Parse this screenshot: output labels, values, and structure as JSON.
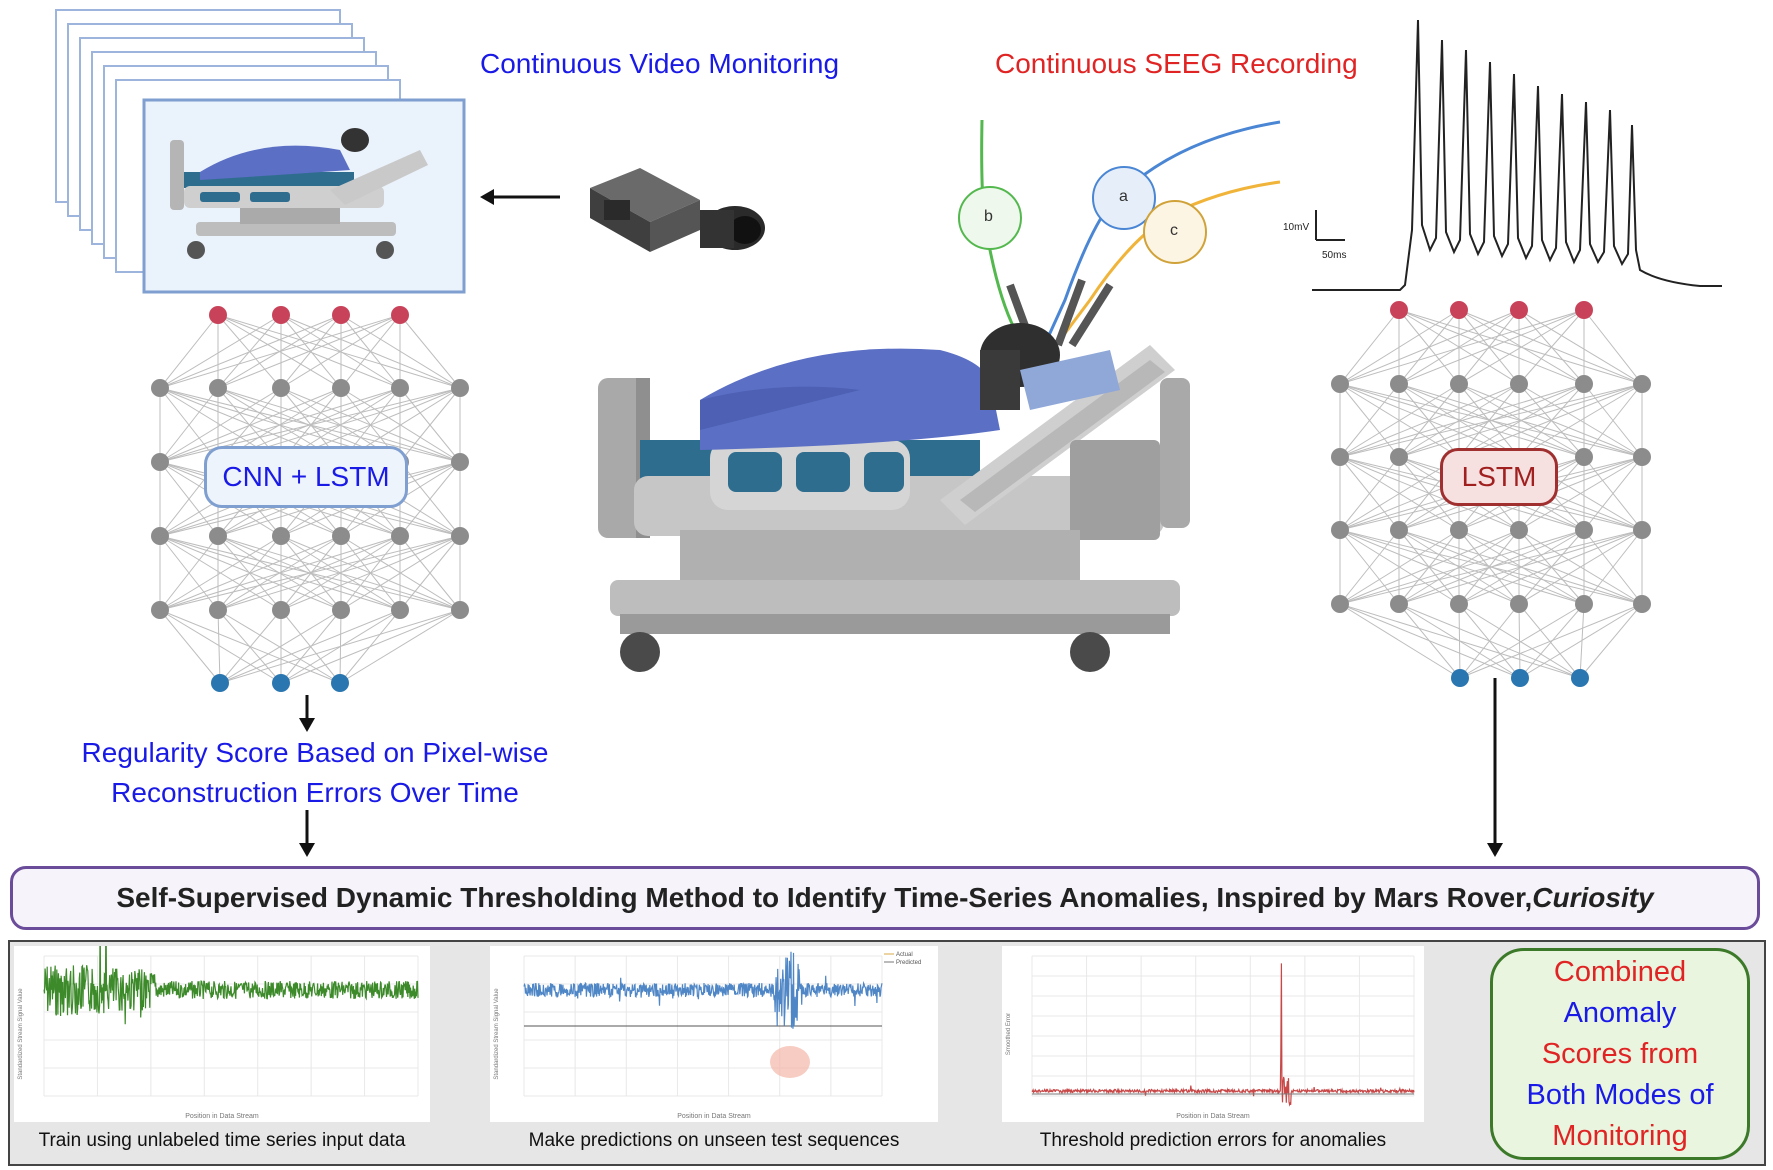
{
  "labels": {
    "video_monitoring": "Continuous Video Monitoring",
    "seeg_recording": "Continuous SEEG Recording",
    "cnn_lstm": "CNN + LSTM",
    "lstm": "LSTM",
    "regularity_line1": "Regularity Score Based on Pixel-wise",
    "regularity_line2": "Reconstruction Errors Over Time",
    "scale_mv": "10mV",
    "scale_ms": "50ms",
    "electrode_a": "a",
    "electrode_b": "b",
    "electrode_c": "c"
  },
  "banner": {
    "text_main": "Self-Supervised Dynamic Thresholding Method to Identify Time-Series Anomalies, Inspired by Mars Rover, ",
    "text_italic": "Curiosity"
  },
  "steps": [
    {
      "caption": "Train using unlabeled time series input data",
      "ylabel": "Standardized Stream Signal Value",
      "xlabel": "Position in Data Stream"
    },
    {
      "caption": "Make predictions on unseen test sequences",
      "ylabel": "Standardized Stream Signal Value",
      "xlabel": "Position in Data Stream",
      "legend": [
        "Actual",
        "Predicted"
      ]
    },
    {
      "caption": "Threshold prediction errors for anomalies",
      "ylabel": "Smoothed Error",
      "xlabel": "Position in Data Stream"
    }
  ],
  "combined": {
    "line1": "Combined",
    "line2": "Anomaly",
    "line3": "Scores from",
    "line4": "Both Modes of",
    "line5": "Monitoring"
  },
  "colors": {
    "blue_text": "#1a1ae6",
    "red_text": "#e02424",
    "green_box": "#3c7a2a",
    "banner_border": "#6b4c9a",
    "node_red": "#c8435a",
    "node_gray": "#8c8c8c",
    "node_blue": "#2a76b0"
  }
}
